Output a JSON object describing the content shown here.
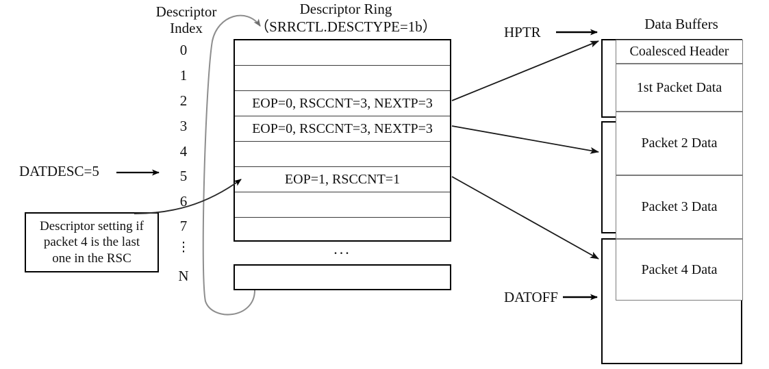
{
  "titles": {
    "descriptor_index": "Descriptor\nIndex",
    "ring": "Descriptor Ring",
    "ring_subtitle": "（SRRCTL.DESCTYPE=1b）",
    "data_buffers": "Data Buffers"
  },
  "index_column": {
    "items": [
      "0",
      "1",
      "2",
      "3",
      "4",
      "5",
      "6",
      "7",
      "⋮",
      "N"
    ]
  },
  "descriptor_ring": {
    "rows": [
      {
        "index": "0",
        "text": ""
      },
      {
        "index": "1",
        "text": ""
      },
      {
        "index": "2",
        "text": "EOP=0, RSCCNT=3, NEXTP=3"
      },
      {
        "index": "3",
        "text": "EOP=0, RSCCNT=3, NEXTP=3"
      },
      {
        "index": "4",
        "text": ""
      },
      {
        "index": "5",
        "text": "EOP=1, RSCCNT=1"
      },
      {
        "index": "6",
        "text": ""
      },
      {
        "index": "7",
        "text": ""
      }
    ],
    "ellipsis": "...",
    "tail_row": {
      "index": "N",
      "text": ""
    }
  },
  "annotations": {
    "datdesc": "DATDESC=5",
    "hptr": "HPTR",
    "datoff": "DATOFF",
    "callout": "Descriptor setting if\npacket 4 is the last\none in the RSC"
  },
  "data_buffers": {
    "segments": [
      {
        "label": "Coalesced Header"
      },
      {
        "label": "1st Packet Data"
      },
      {
        "label": "Packet 2 Data"
      },
      {
        "label": "Packet 3 Data"
      },
      {
        "label": "Packet 4 Data"
      },
      {
        "label": ""
      }
    ]
  },
  "colors": {
    "line": "#000000",
    "inner_line": "#7b7b7b",
    "ring_curve": "#8d8d8d",
    "text": "#101010",
    "background": "#ffffff"
  }
}
